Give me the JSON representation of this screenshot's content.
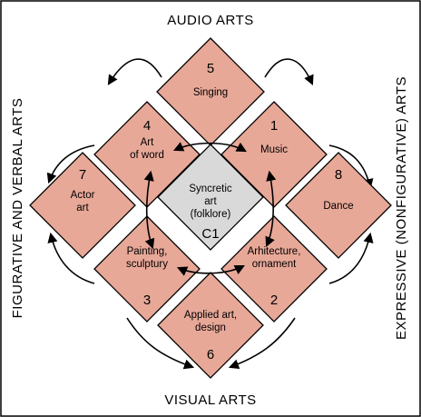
{
  "colors": {
    "tile": "#e8a898",
    "center": "#d9d9d9",
    "stroke": "#000000",
    "background": "#ffffff"
  },
  "side_labels": {
    "top": "AUDIO  ARTS",
    "bottom": "VISUAL  ARTS",
    "left": "FIGURATIVE AND VERBAL  ARTS",
    "right": "EXPRESSIVE  (NONFIGURATIVE)  ARTS"
  },
  "center": {
    "lines": [
      "Syncretic",
      "art",
      "(folklore)"
    ],
    "code": "C1"
  },
  "tiles": [
    {
      "id": "singing",
      "number": "5",
      "lines": [
        "Singing"
      ]
    },
    {
      "id": "word",
      "number": "4",
      "lines": [
        "Art",
        "of word"
      ]
    },
    {
      "id": "music",
      "number": "1",
      "lines": [
        "Music"
      ]
    },
    {
      "id": "actor",
      "number": "7",
      "lines": [
        "Actor",
        "art"
      ]
    },
    {
      "id": "dance",
      "number": "8",
      "lines": [
        "Dance"
      ]
    },
    {
      "id": "painting",
      "number": "3",
      "lines": [
        "Painting,",
        "sculptury"
      ]
    },
    {
      "id": "architecture",
      "number": "2",
      "lines": [
        "Arhitecture,",
        "ornament"
      ]
    },
    {
      "id": "applied",
      "number": "6",
      "lines": [
        "Applied art,",
        "design"
      ]
    }
  ]
}
